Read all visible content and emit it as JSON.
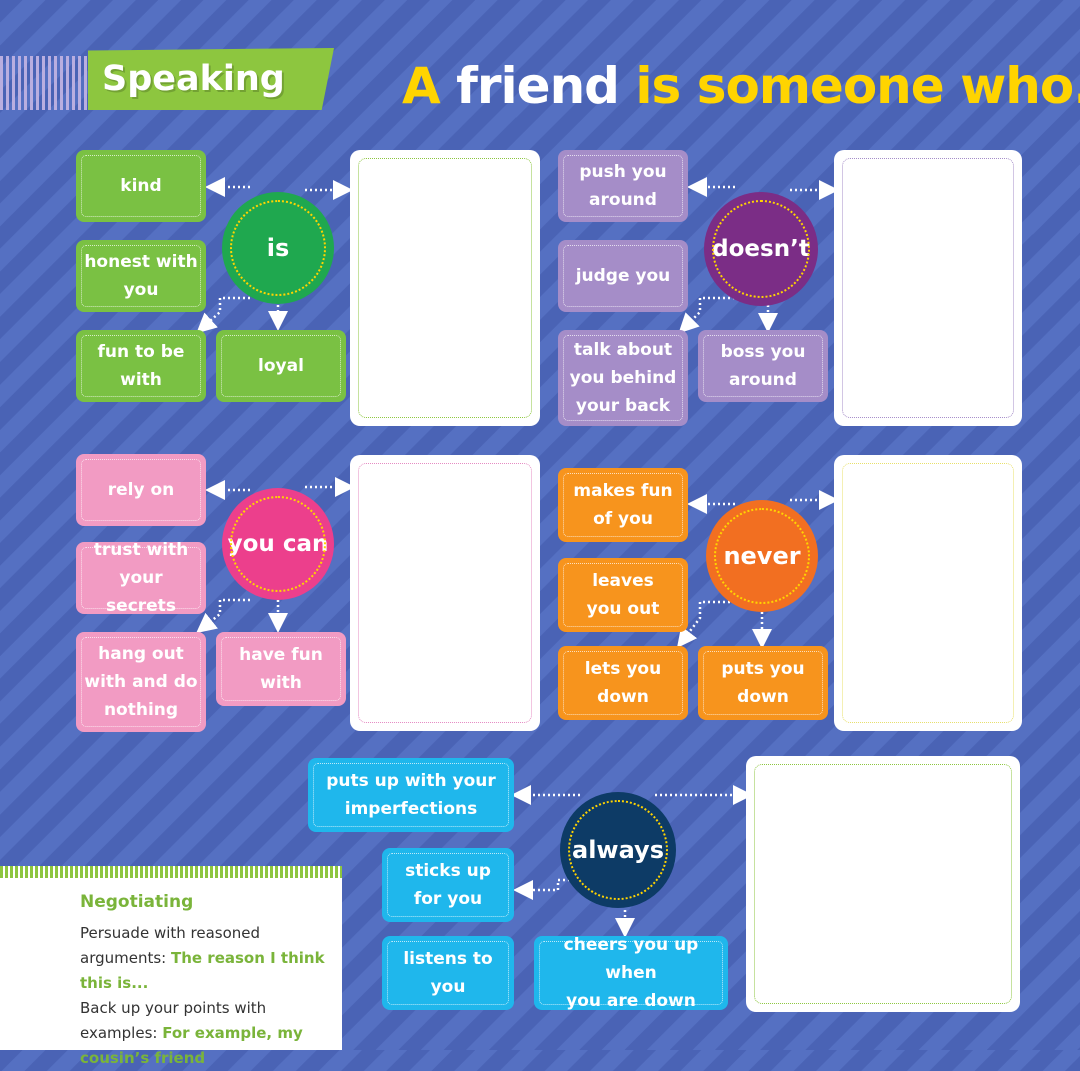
{
  "header": {
    "section": "Speaking",
    "title_part1": "A",
    "title_part2": "friend",
    "title_part3": "is someone who..."
  },
  "colors": {
    "is": "#7ac143",
    "is_circle": "#1fa84f",
    "doesnt": "#a58dc8",
    "doesnt_circle": "#7b2d86",
    "youcan": "#f29bc3",
    "youcan_circle": "#ec3f8c",
    "never": "#f7941d",
    "never_circle": "#f26f21",
    "always": "#1fb7ec",
    "always_circle": "#0d3b66"
  },
  "groups": {
    "is": {
      "label": "is",
      "items": [
        "kind",
        "honest with\nyou",
        "fun to be\nwith",
        "loyal"
      ]
    },
    "doesnt": {
      "label": "doesn’t",
      "items": [
        "push you\naround",
        "judge you",
        "talk about\nyou behind\nyour back",
        "boss you\naround"
      ]
    },
    "youcan": {
      "label": "you can",
      "items": [
        "rely on",
        "trust with\nyour secrets",
        "hang out\nwith and do\nnothing",
        "have fun\nwith"
      ]
    },
    "never": {
      "label": "never",
      "items": [
        "makes fun\nof you",
        "leaves\nyou out",
        "lets you\ndown",
        "puts you\ndown"
      ]
    },
    "always": {
      "label": "always",
      "items": [
        "puts up with your\nimperfections",
        "sticks up\nfor you",
        "listens to\nyou",
        "cheers you up when\nyou are down"
      ]
    }
  },
  "negotiating": {
    "title": "Negotiating",
    "line1": "Persuade with reasoned arguments: ",
    "line1_example": "The reason I think this is...",
    "line2": "Back up your points with examples: ",
    "line2_example": "For example, my cousin’s friend"
  }
}
